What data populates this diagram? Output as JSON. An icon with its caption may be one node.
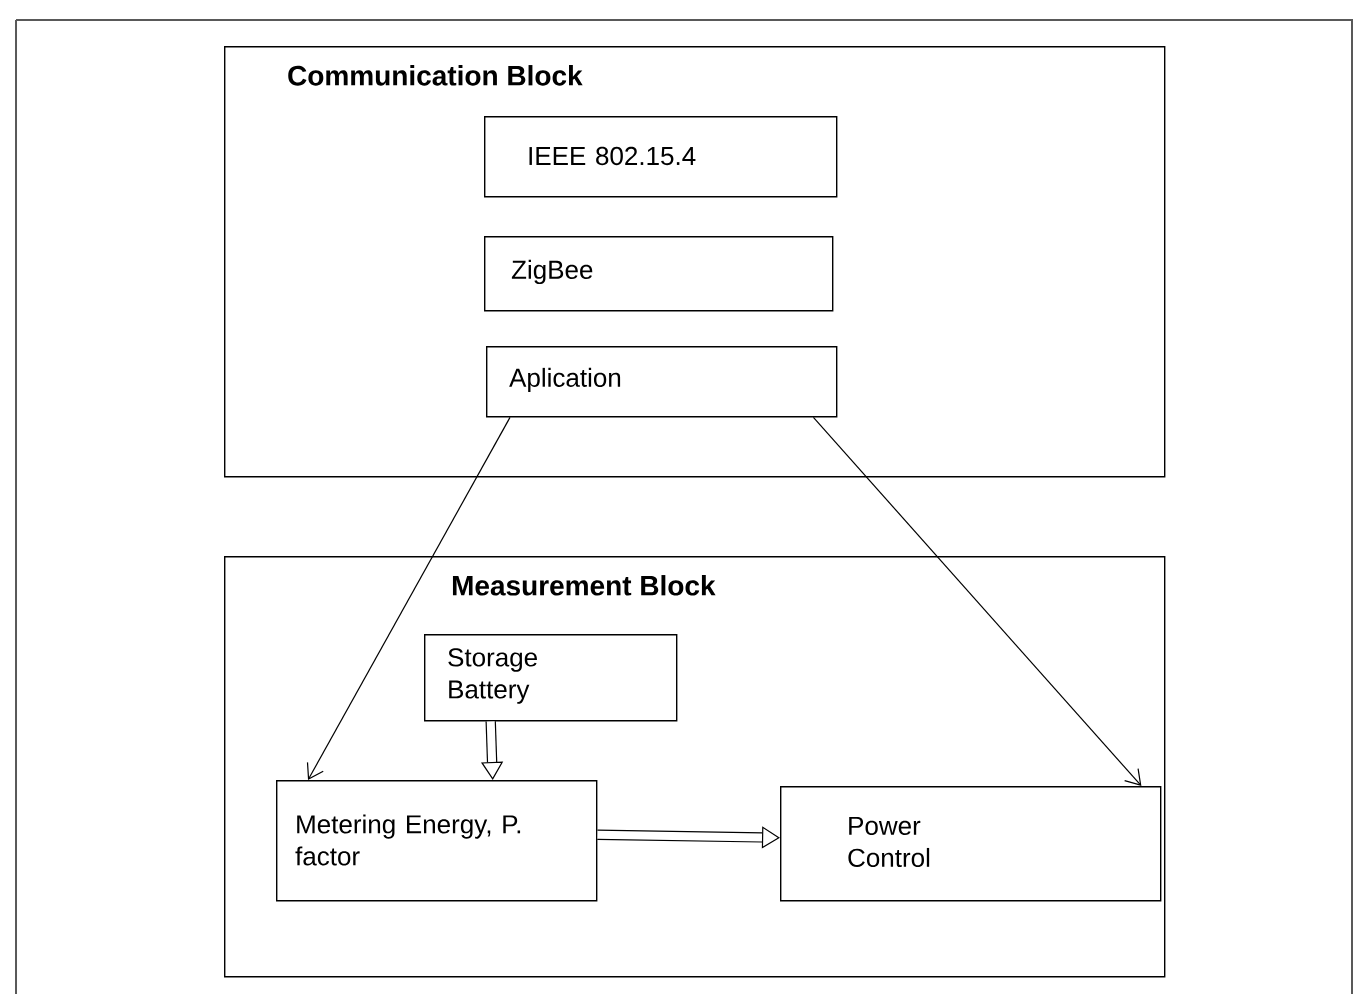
{
  "diagram": {
    "nodes": [
      {
        "text": [
          "Communication Block"
        ]
      },
      {
        "text": [
          "IEEE 802.15.4"
        ],
        "in": 0
      },
      {
        "text": [
          "ZigBee"
        ],
        "in": 0
      },
      {
        "text": [
          "Aplication"
        ],
        "in": 0
      },
      {
        "text": [
          "Measurement Block"
        ]
      },
      {
        "text": [
          "Storage Battery"
        ],
        "in": 4
      },
      {
        "text": [
          "Metering Energy, P. factor"
        ],
        "in": 4
      },
      {
        "text": [
          "Power Control"
        ],
        "in": 4
      }
    ],
    "edges": [
      {
        "from": 3,
        "to": 6,
        "arrow": "to"
      },
      {
        "from": 3,
        "to": 7,
        "arrow": "to"
      },
      {
        "from": 5,
        "to": 6,
        "arrow": "to",
        "style": "thick"
      },
      {
        "from": 6,
        "to": 7,
        "arrow": "to",
        "style": "thick"
      }
    ]
  }
}
